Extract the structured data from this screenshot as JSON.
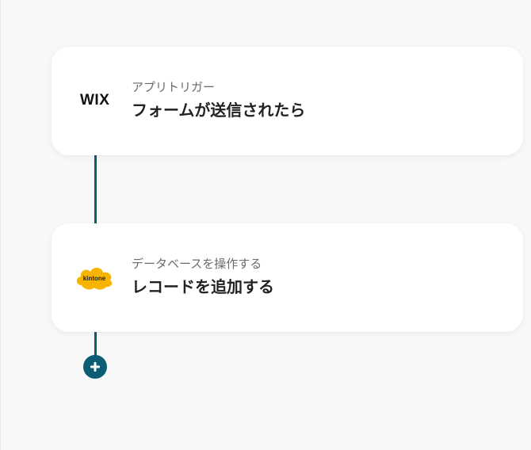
{
  "flow": {
    "trigger": {
      "app_logo_text": "WIX",
      "app_logo_icon": "wix-logo-icon",
      "subtitle": "アプリトリガー",
      "title": "フォームが送信されたら"
    },
    "action": {
      "app_logo_text": "kintone",
      "app_logo_icon": "kintone-logo-icon",
      "subtitle": "データベースを操作する",
      "title": "レコードを追加する"
    },
    "add_step_icon": "plus-icon"
  },
  "colors": {
    "accent": "#0b5d73",
    "background": "#f8f8f8",
    "card": "#ffffff",
    "kintone_yellow": "#f7b500"
  }
}
